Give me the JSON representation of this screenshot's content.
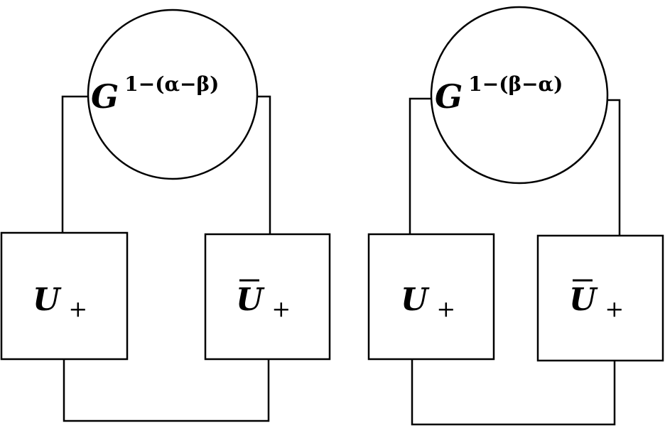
{
  "diagrams": [
    {
      "circle": {
        "base": "G",
        "exponent": "1−(α−β)"
      },
      "left_box": {
        "base": "U",
        "sub": "+"
      },
      "right_box": {
        "base": "U",
        "sub": "+",
        "overline": true
      }
    },
    {
      "circle": {
        "base": "G",
        "exponent": "1−(β−α)"
      },
      "left_box": {
        "base": "U",
        "sub": "+"
      },
      "right_box": {
        "base": "U",
        "sub": "+",
        "overline": true
      }
    }
  ]
}
